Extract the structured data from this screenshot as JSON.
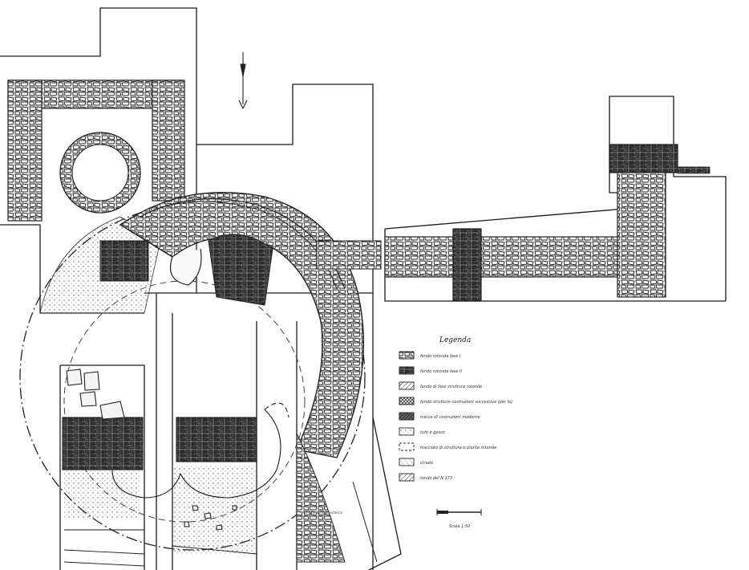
{
  "plan": {
    "legend": {
      "title": "Legenda",
      "entries": [
        {
          "label": "fondo rotonda fase I",
          "swatch": "stones"
        },
        {
          "label": "fondo rotonda fase II",
          "swatch": "dark"
        },
        {
          "label": "fondo di fase struttura rotonde",
          "swatch": "hatch"
        },
        {
          "label": "fondo strutture costruzioni successive (per lo)",
          "swatch": "crosshatch"
        },
        {
          "label": "tracce di costruzioni moderne",
          "swatch": "darkhatch"
        },
        {
          "label": "tufo e gesso",
          "swatch": "dots"
        },
        {
          "label": "tracciato di struttura e pianta rotonda",
          "swatch": "dashed"
        },
        {
          "label": "strada",
          "swatch": "lighthatch"
        },
        {
          "label": "tondo del N 173",
          "swatch": "lines"
        }
      ]
    },
    "scale": {
      "label": "Scala 1:50"
    },
    "annotation": {
      "label": "tondino quattrocentesco"
    }
  }
}
